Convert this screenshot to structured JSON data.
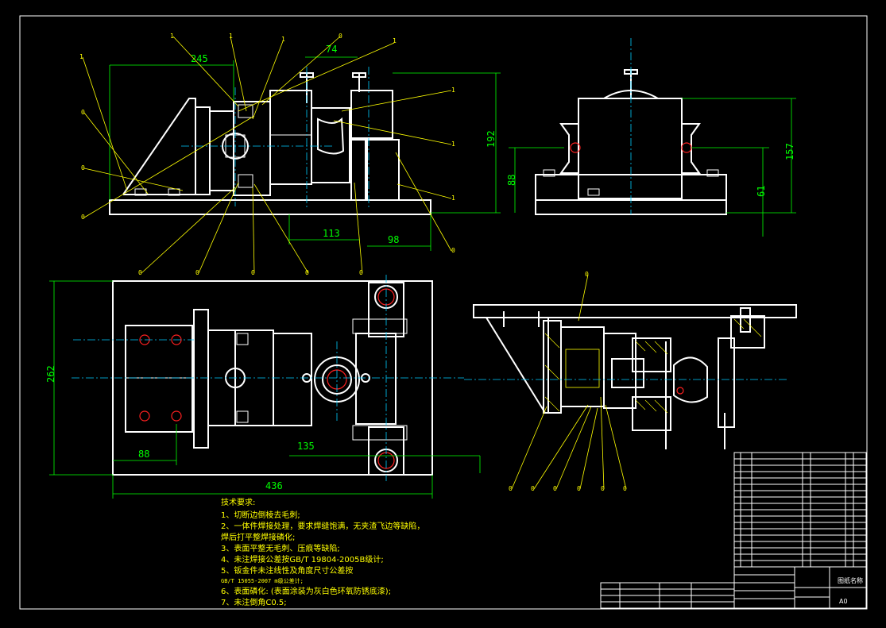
{
  "drawing": {
    "dimensions": {
      "d245": "245",
      "d74": "74",
      "d192": "192",
      "d113": "113",
      "d98": "98",
      "d157": "157",
      "d88a": "88",
      "d61": "61",
      "d262": "262",
      "d88b": "88",
      "d135": "135",
      "d436": "436"
    },
    "balloon_marker_top": "1",
    "balloon_marker_side": "0",
    "balloon_marker_bottom": "0"
  },
  "notes": {
    "title": "技术要求:",
    "lines": [
      "1、切断边倒棱去毛刺;",
      "2、一体件焊接处理，要求焊缝饱满，无夹渣飞边等缺陷，",
      "焊后打平整焊接磷化;",
      "3、表面平整无毛刺、压痕等缺陷;",
      "4、未注焊接公差按GB/T 19804-2005B级计;",
      "5、钣金件未注线性及角度尺寸公差按",
      "GB/T 15055-2007 m级公差计;",
      "6、表面磷化: (表面涂装为灰白色环氧防锈底漆);",
      "7、未注倒角C0.5;"
    ]
  },
  "title_block": {
    "drawing_name": "图纸名称",
    "sheet_size": "A0"
  }
}
